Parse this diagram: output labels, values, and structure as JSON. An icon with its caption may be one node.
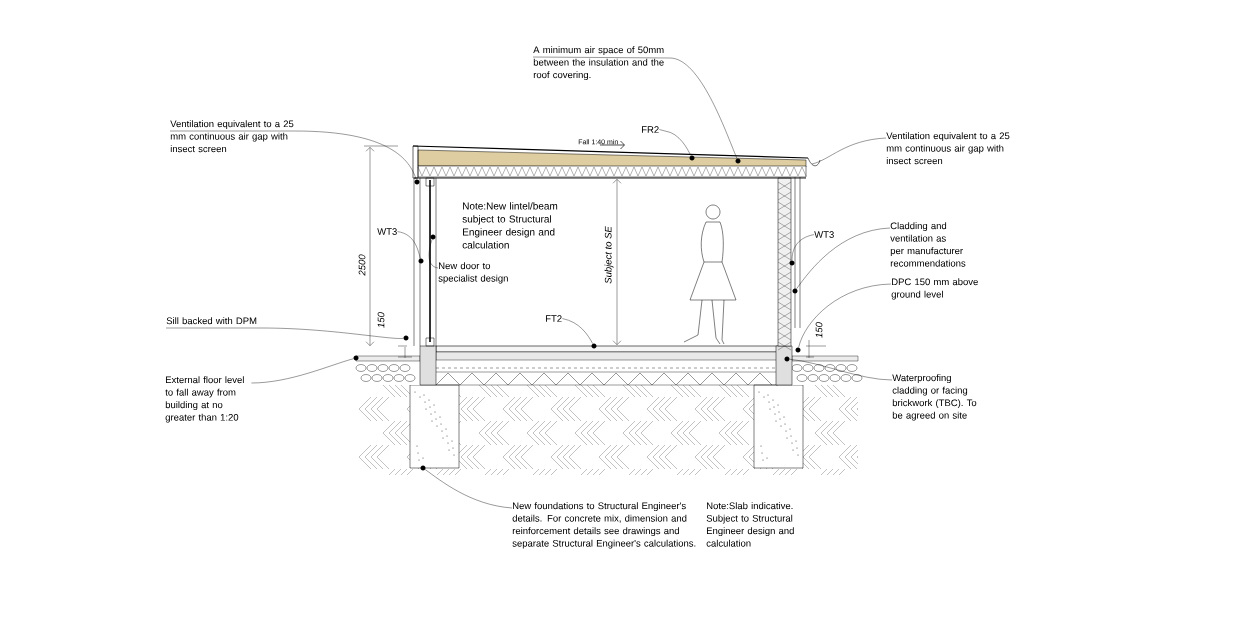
{
  "diagram": {
    "nodes": [
      {
        "text": [
          "A minimum air space of 50mm between the insulation and the roof covering."
        ]
      },
      {
        "text": [
          "Ventilation equivalent to a 25 mm continuous air gap with insect screen"
        ]
      },
      {
        "text": [
          "FR2"
        ]
      },
      {
        "text": [
          "Ventilation equivalent to a 25 mm continuous air gap with insect screen"
        ]
      },
      {
        "text": [
          "WT3"
        ]
      },
      {
        "text": [
          "New door to specialist design"
        ]
      },
      {
        "text": [
          "WT3"
        ]
      },
      {
        "text": [
          "Cladding and ventilation as per manufacturer recommendations"
        ]
      },
      {
        "text": [
          "DPC 150 mm above ground level"
        ]
      },
      {
        "text": [
          "Sill backed with DPM"
        ]
      },
      {
        "text": [
          "External floor level to fall away from building at no greater than 1:20"
        ]
      },
      {
        "text": [
          "FT2"
        ]
      },
      {
        "text": [
          "Waterproofing cladding or facing brickwork (TBC). To be agreed on site"
        ]
      },
      {
        "text": [
          "New  foundations to Structural Engineer's details. For concrete mix, dimension and reinforcement details see drawings and separate Structural Engineer's calculations."
        ]
      },
      {
        "text": [],
        "shape": "circle"
      },
      {
        "text": [],
        "shape": "circle"
      },
      {
        "text": [],
        "shape": "circle"
      },
      {
        "text": [],
        "shape": "circle"
      },
      {
        "text": [],
        "shape": "circle"
      },
      {
        "text": [],
        "shape": "circle"
      },
      {
        "text": [],
        "shape": "circle"
      },
      {
        "text": [],
        "shape": "circle"
      },
      {
        "text": [],
        "shape": "circle"
      },
      {
        "text": [],
        "shape": "circle"
      },
      {
        "text": [],
        "shape": "circle"
      },
      {
        "text": [],
        "shape": "circle"
      },
      {
        "text": [],
        "shape": "circle"
      }
    ],
    "edges": [
      {
        "from": 0,
        "to": 15,
        "arrow": "none"
      },
      {
        "from": 1,
        "to": 16,
        "arrow": "none"
      },
      {
        "from": 2,
        "to": 14,
        "arrow": "none"
      },
      {
        "from": 3,
        "to": null,
        "arrow": "none"
      },
      {
        "from": 4,
        "to": 18,
        "arrow": "none"
      },
      {
        "from": 5,
        "to": 17,
        "arrow": "none"
      },
      {
        "from": 6,
        "to": 19,
        "arrow": "none"
      },
      {
        "from": 7,
        "to": 20,
        "arrow": "none"
      },
      {
        "from": 8,
        "to": 21,
        "arrow": "none"
      },
      {
        "from": 9,
        "to": 22,
        "arrow": "none"
      },
      {
        "from": 10,
        "to": 25,
        "arrow": "none"
      },
      {
        "from": 11,
        "to": 23,
        "arrow": "none"
      },
      {
        "from": 12,
        "to": 24,
        "arrow": "none"
      },
      {
        "from": 13,
        "to": 26,
        "arrow": "none"
      }
    ],
    "labels": [
      "Fall 1:40 min",
      "Note:New lintel/beam subject to Structural Engineer design and calculation",
      "2500",
      "Subject to SE",
      "150",
      "150",
      "Note:Slab indicative. Subject to Structural Engineer design and calculation"
    ]
  }
}
